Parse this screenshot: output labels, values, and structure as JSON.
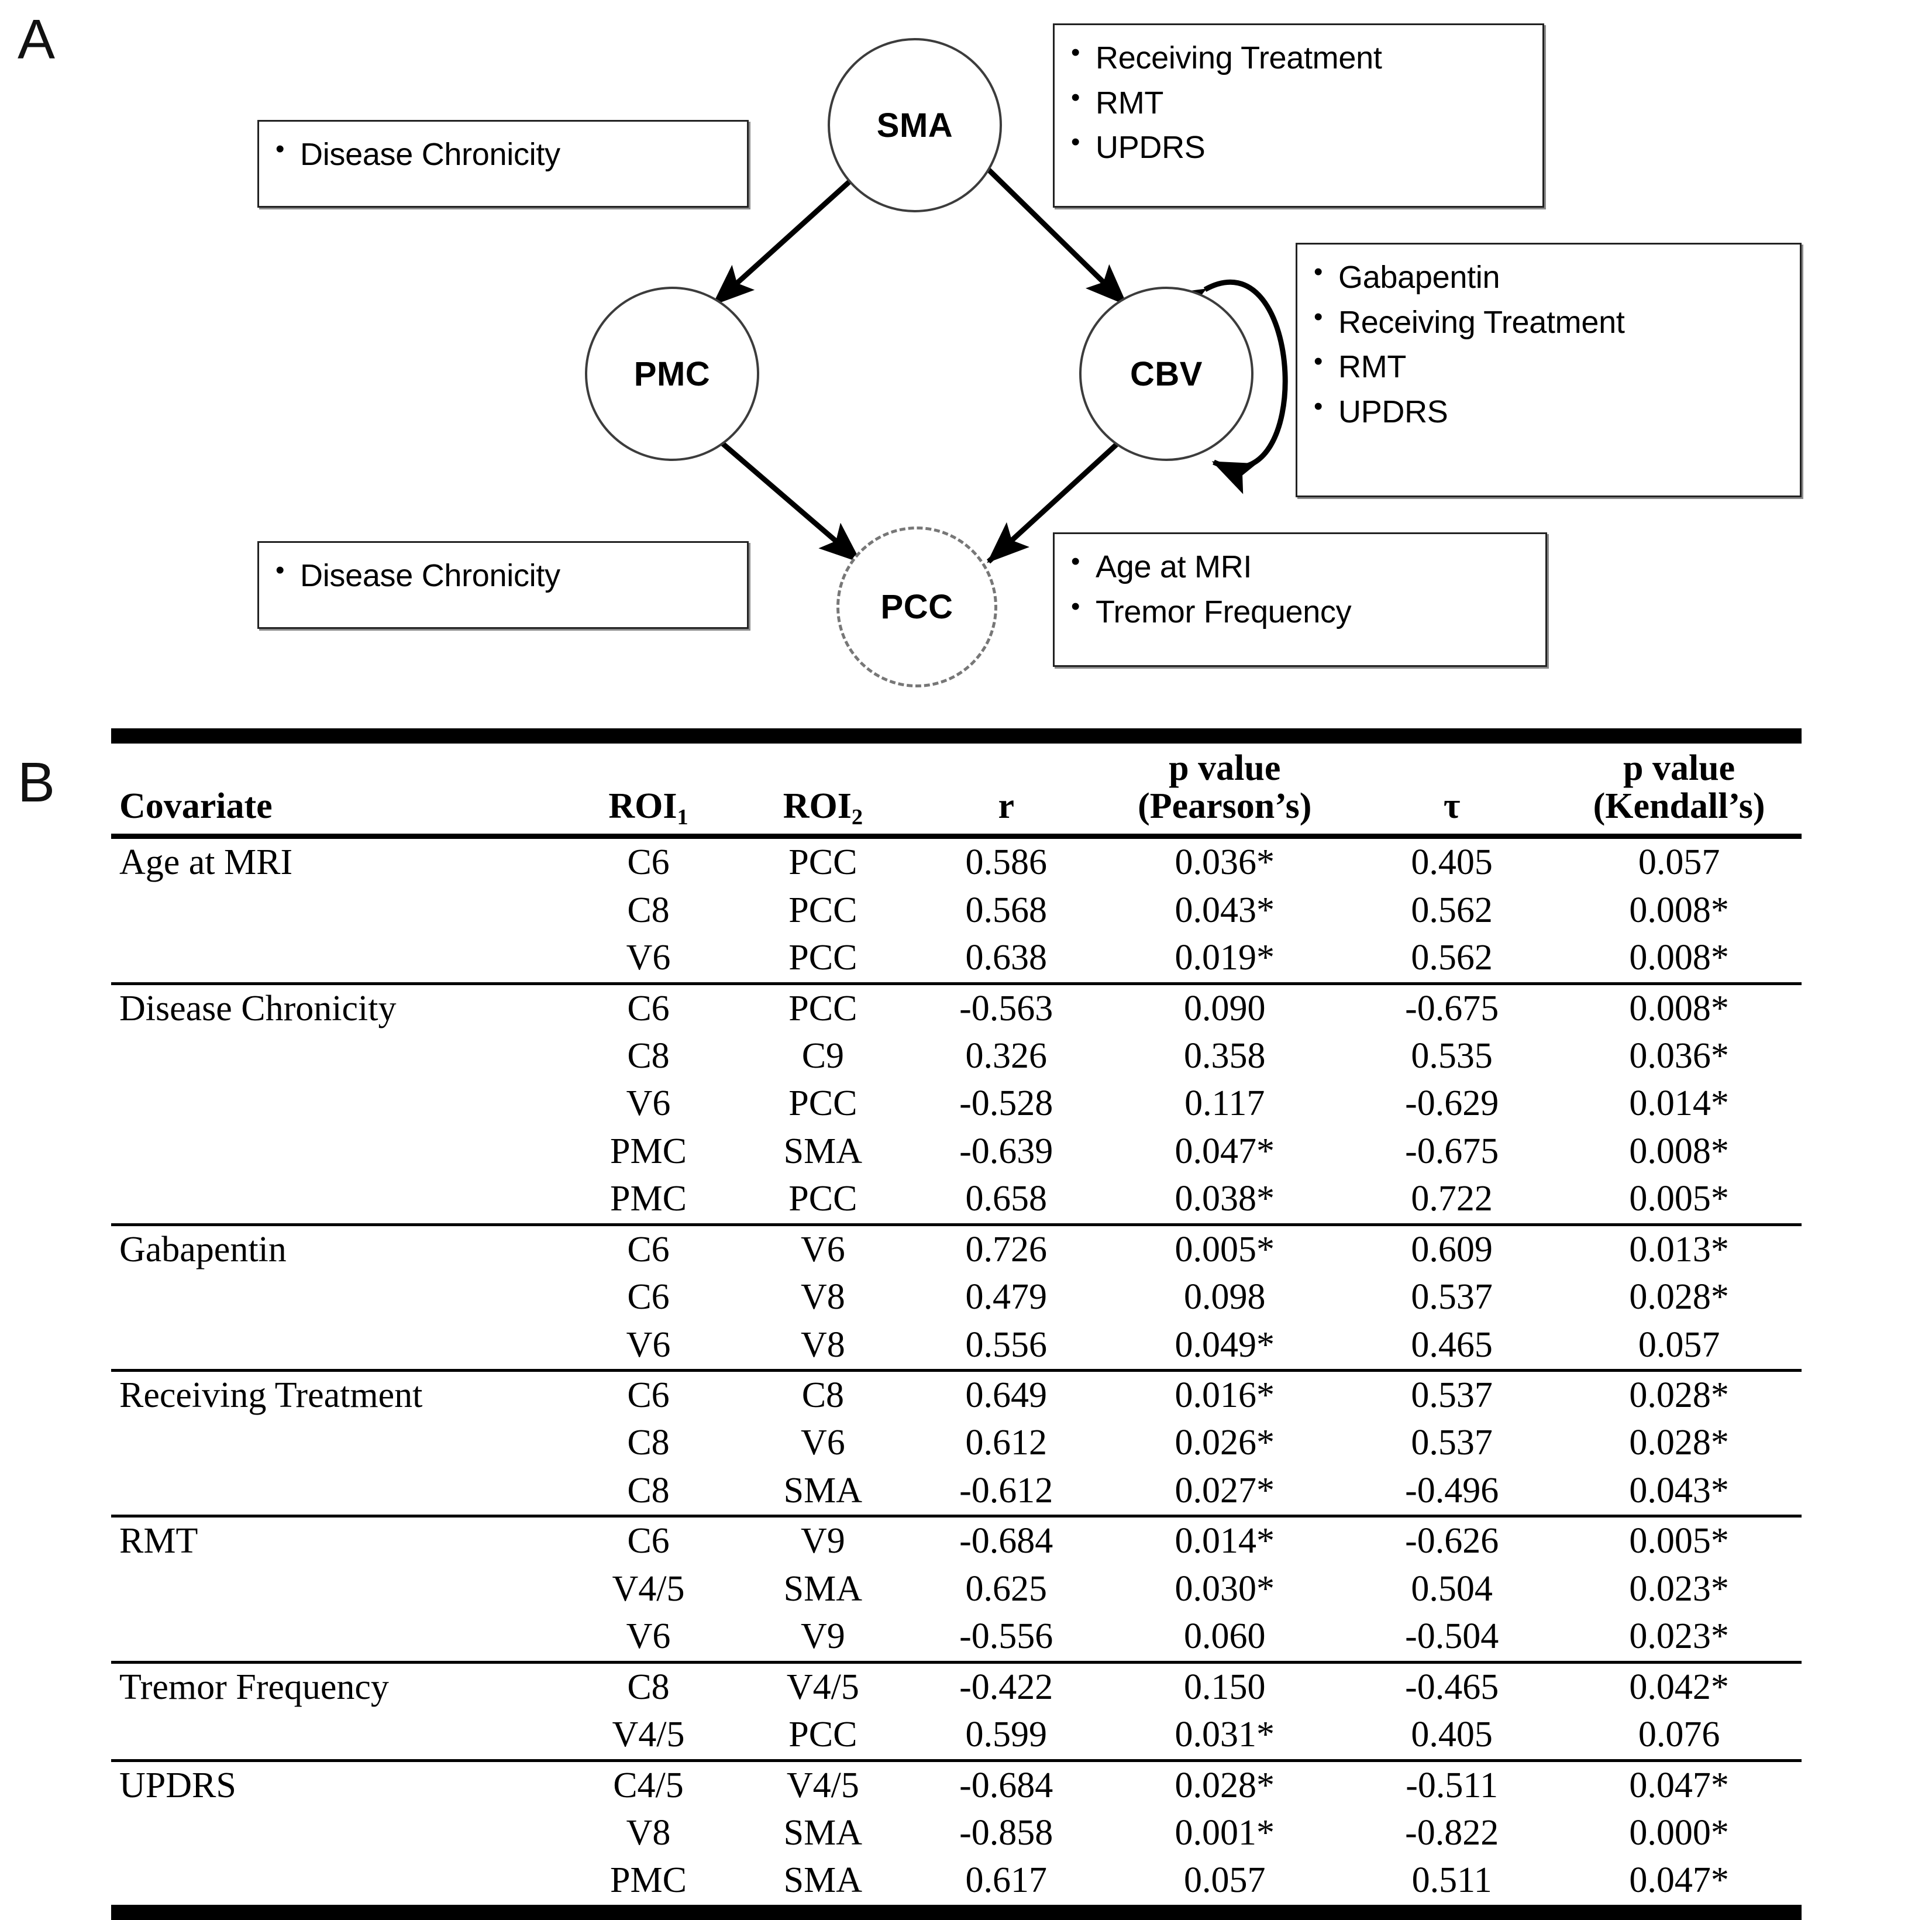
{
  "panels": {
    "a_letter": "A",
    "b_letter": "B"
  },
  "diagram": {
    "nodes": [
      {
        "id": "sma",
        "label": "SMA",
        "style": "solid"
      },
      {
        "id": "pmc",
        "label": "PMC",
        "style": "solid"
      },
      {
        "id": "cbv",
        "label": "CBV",
        "style": "solid"
      },
      {
        "id": "pcc",
        "label": "PCC",
        "style": "dashed"
      }
    ],
    "edges": [
      {
        "from": "sma",
        "to": "pmc",
        "type": "bidirectional"
      },
      {
        "from": "sma",
        "to": "cbv",
        "type": "bidirectional"
      },
      {
        "from": "pmc",
        "to": "pcc",
        "type": "bidirectional"
      },
      {
        "from": "cbv",
        "to": "pcc",
        "type": "bidirectional"
      },
      {
        "from": "cbv",
        "to": "cbv",
        "type": "self-loop-bidirectional"
      }
    ],
    "boxes": [
      {
        "id": "box-sma-left",
        "items": [
          "Disease Chronicity"
        ]
      },
      {
        "id": "box-sma-right",
        "items": [
          "Receiving Treatment",
          "RMT",
          "UPDRS"
        ]
      },
      {
        "id": "box-cbv-right",
        "items": [
          "Gabapentin",
          "Receiving Treatment",
          "RMT",
          "UPDRS"
        ]
      },
      {
        "id": "box-pcc-left",
        "items": [
          "Disease Chronicity"
        ]
      },
      {
        "id": "box-pcc-right",
        "items": [
          "Age at MRI",
          "Tremor Frequency"
        ]
      }
    ]
  },
  "table": {
    "headers": {
      "covariate": "Covariate",
      "roi1_main": "ROI",
      "roi1_sub": "1",
      "roi2_main": "ROI",
      "roi2_sub": "2",
      "r": "r",
      "p_pearson_line1": "p value",
      "p_pearson_line2": "(Pearson’s)",
      "tau": "τ",
      "p_kendall_line1": "p value",
      "p_kendall_line2": "(Kendall’s)"
    },
    "groups": [
      {
        "covariate": "Age at MRI",
        "rows": [
          {
            "roi1": "C6",
            "roi2": "PCC",
            "r": "0.586",
            "p_pearson": "0.036*",
            "tau": "0.405",
            "p_kendall": "0.057"
          },
          {
            "roi1": "C8",
            "roi2": "PCC",
            "r": "0.568",
            "p_pearson": "0.043*",
            "tau": "0.562",
            "p_kendall": "0.008*"
          },
          {
            "roi1": "V6",
            "roi2": "PCC",
            "r": "0.638",
            "p_pearson": "0.019*",
            "tau": "0.562",
            "p_kendall": "0.008*"
          }
        ]
      },
      {
        "covariate": "Disease Chronicity",
        "rows": [
          {
            "roi1": "C6",
            "roi2": "PCC",
            "r": "-0.563",
            "p_pearson": "0.090",
            "tau": "-0.675",
            "p_kendall": "0.008*"
          },
          {
            "roi1": "C8",
            "roi2": "C9",
            "r": "0.326",
            "p_pearson": "0.358",
            "tau": "0.535",
            "p_kendall": "0.036*"
          },
          {
            "roi1": "V6",
            "roi2": "PCC",
            "r": "-0.528",
            "p_pearson": "0.117",
            "tau": "-0.629",
            "p_kendall": "0.014*"
          },
          {
            "roi1": "PMC",
            "roi2": "SMA",
            "r": "-0.639",
            "p_pearson": "0.047*",
            "tau": "-0.675",
            "p_kendall": "0.008*"
          },
          {
            "roi1": "PMC",
            "roi2": "PCC",
            "r": "0.658",
            "p_pearson": "0.038*",
            "tau": "0.722",
            "p_kendall": "0.005*"
          }
        ]
      },
      {
        "covariate": "Gabapentin",
        "rows": [
          {
            "roi1": "C6",
            "roi2": "V6",
            "r": "0.726",
            "p_pearson": "0.005*",
            "tau": "0.609",
            "p_kendall": "0.013*"
          },
          {
            "roi1": "C6",
            "roi2": "V8",
            "r": "0.479",
            "p_pearson": "0.098",
            "tau": "0.537",
            "p_kendall": "0.028*"
          },
          {
            "roi1": "V6",
            "roi2": "V8",
            "r": "0.556",
            "p_pearson": "0.049*",
            "tau": "0.465",
            "p_kendall": "0.057"
          }
        ]
      },
      {
        "covariate": "Receiving Treatment",
        "rows": [
          {
            "roi1": "C6",
            "roi2": "C8",
            "r": "0.649",
            "p_pearson": "0.016*",
            "tau": "0.537",
            "p_kendall": "0.028*"
          },
          {
            "roi1": "C8",
            "roi2": "V6",
            "r": "0.612",
            "p_pearson": "0.026*",
            "tau": "0.537",
            "p_kendall": "0.028*"
          },
          {
            "roi1": "C8",
            "roi2": "SMA",
            "r": "-0.612",
            "p_pearson": "0.027*",
            "tau": "-0.496",
            "p_kendall": "0.043*"
          }
        ]
      },
      {
        "covariate": "RMT",
        "rows": [
          {
            "roi1": "C6",
            "roi2": "V9",
            "r": "-0.684",
            "p_pearson": "0.014*",
            "tau": "-0.626",
            "p_kendall": "0.005*"
          },
          {
            "roi1": "V4/5",
            "roi2": "SMA",
            "r": "0.625",
            "p_pearson": "0.030*",
            "tau": "0.504",
            "p_kendall": "0.023*"
          },
          {
            "roi1": "V6",
            "roi2": "V9",
            "r": "-0.556",
            "p_pearson": "0.060",
            "tau": "-0.504",
            "p_kendall": "0.023*"
          }
        ]
      },
      {
        "covariate": "Tremor Frequency",
        "rows": [
          {
            "roi1": "C8",
            "roi2": "V4/5",
            "r": "-0.422",
            "p_pearson": "0.150",
            "tau": "-0.465",
            "p_kendall": "0.042*"
          },
          {
            "roi1": "V4/5",
            "roi2": "PCC",
            "r": "0.599",
            "p_pearson": "0.031*",
            "tau": "0.405",
            "p_kendall": "0.076"
          }
        ]
      },
      {
        "covariate": "UPDRS",
        "rows": [
          {
            "roi1": "C4/5",
            "roi2": "V4/5",
            "r": "-0.684",
            "p_pearson": "0.028*",
            "tau": "-0.511",
            "p_kendall": "0.047*"
          },
          {
            "roi1": "V8",
            "roi2": "SMA",
            "r": "-0.858",
            "p_pearson": "0.001*",
            "tau": "-0.822",
            "p_kendall": "0.000*"
          },
          {
            "roi1": "PMC",
            "roi2": "SMA",
            "r": "0.617",
            "p_pearson": "0.057",
            "tau": "0.511",
            "p_kendall": "0.047*"
          }
        ]
      }
    ]
  }
}
